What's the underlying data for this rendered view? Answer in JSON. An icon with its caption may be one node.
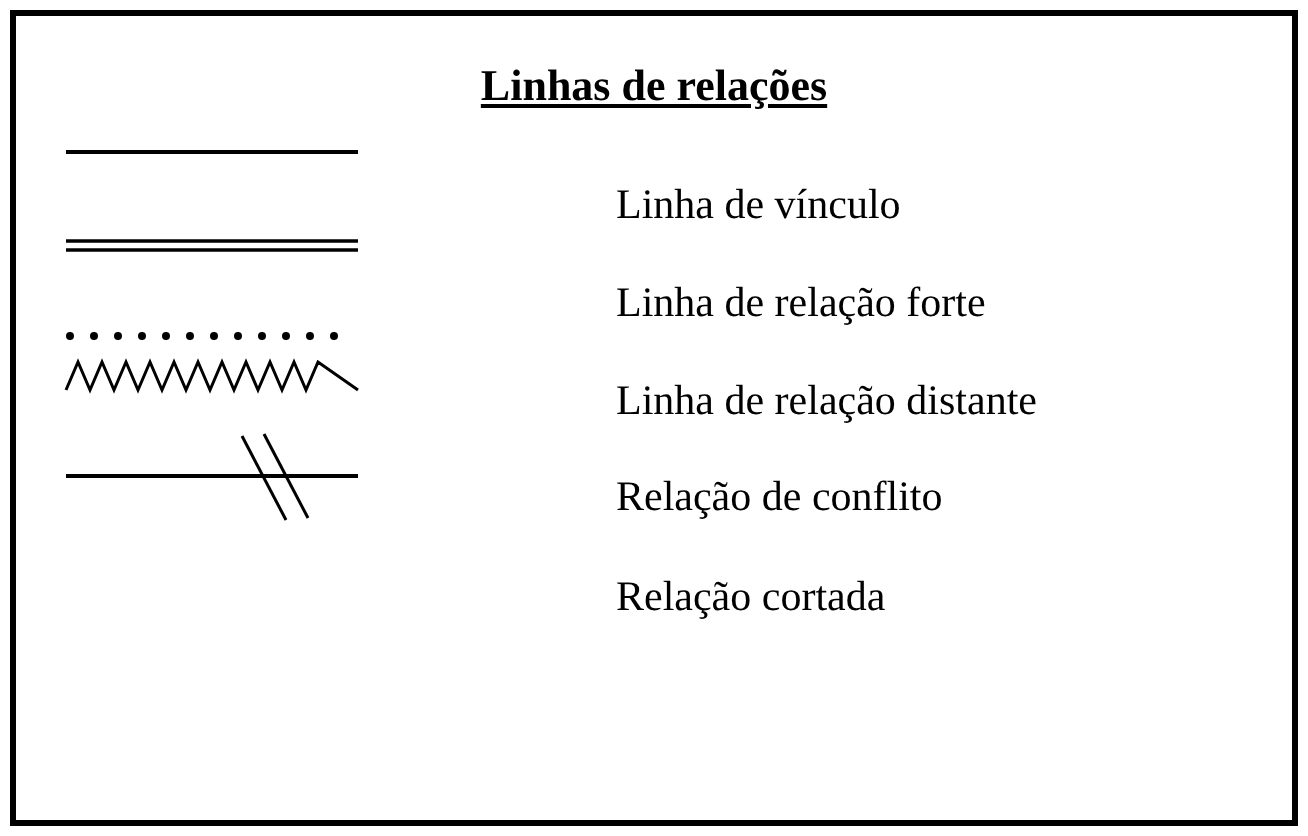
{
  "diagram": {
    "title": "Linhas de relações",
    "legend": [
      {
        "text": "Linha de vínculo"
      },
      {
        "text": "Linha de relação forte"
      },
      {
        "text": "Linha de relação distante"
      },
      {
        "text": "Relação de conflito"
      },
      {
        "text": "Relação cortada"
      }
    ]
  }
}
